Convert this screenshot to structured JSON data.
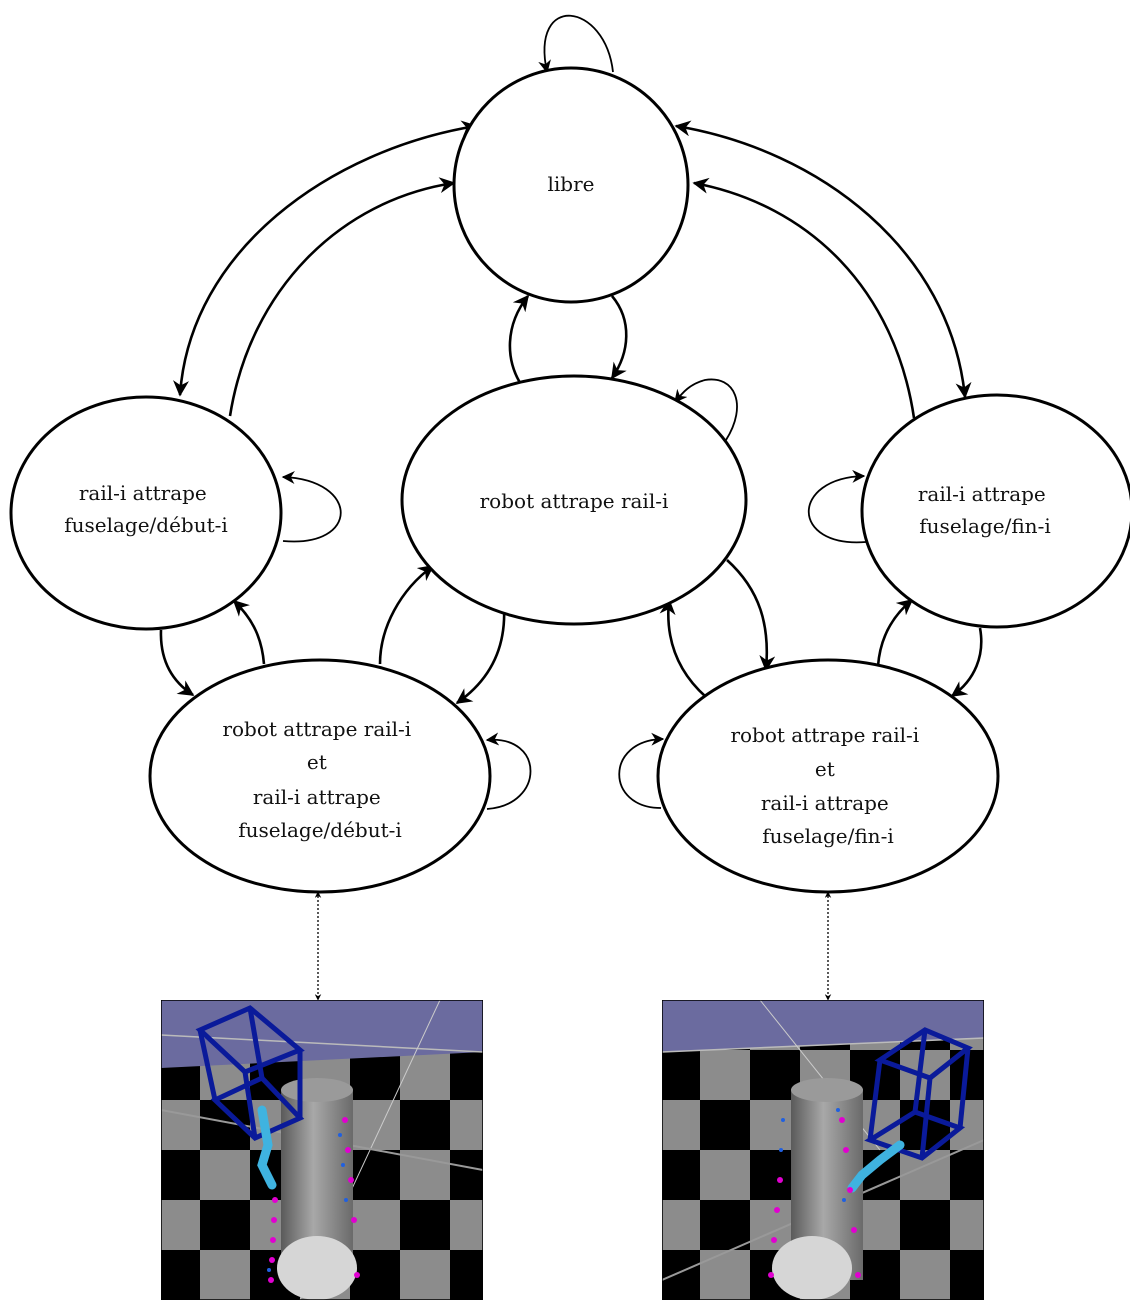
{
  "diagram": {
    "nodes": {
      "libre": {
        "lines": [
          "libre"
        ]
      },
      "robot": {
        "lines": [
          "robot attrape rail-i"
        ]
      },
      "left": {
        "lines": [
          "rail-i attrape",
          "fuselage/début-i"
        ]
      },
      "right": {
        "lines": [
          "rail-i attrape",
          "fuselage/fin-i"
        ]
      },
      "bottom_left": {
        "lines": [
          "robot attrape rail-i",
          "et",
          "rail-i attrape",
          "fuselage/début-i"
        ]
      },
      "bottom_right": {
        "lines": [
          "robot attrape rail-i",
          "et",
          "rail-i attrape",
          "fuselage/fin-i"
        ]
      }
    },
    "images": {
      "left": {
        "name": "simulation-fuselage-debut"
      },
      "right": {
        "name": "simulation-fuselage-fin"
      }
    },
    "colors": {
      "sky": "#6b6b9f",
      "floor_dark": "#000000",
      "floor_light": "#8c8c8c",
      "fuselage": "#8e8e8e",
      "fuselage_end": "#d6d6d6",
      "frame": "#0a1a9a",
      "arm": "#3fb3e0",
      "marker_magenta": "#e000d0",
      "marker_blue": "#2060e0"
    }
  }
}
